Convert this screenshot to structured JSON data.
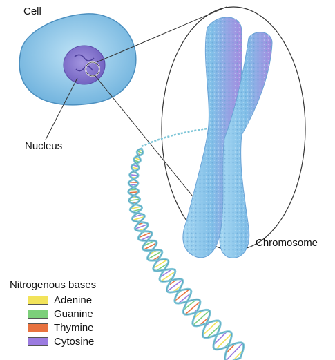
{
  "labels": {
    "cell": "Cell",
    "nucleus": "Nucleus",
    "chromosome": "Chromosome"
  },
  "legend": {
    "title": "Nitrogenous bases",
    "items": [
      {
        "name": "Adenine",
        "color": "#f2e35a"
      },
      {
        "name": "Guanine",
        "color": "#7ccf7a"
      },
      {
        "name": "Thymine",
        "color": "#e8723f"
      },
      {
        "name": "Cytosine",
        "color": "#9b7be0"
      }
    ]
  },
  "colors": {
    "cell_fill": "#8ec8ea",
    "nucleus_fill": "#8a7ad0",
    "chromosome_fill": "#8fc8ec",
    "dna_backbone": "#7fc6d8"
  }
}
